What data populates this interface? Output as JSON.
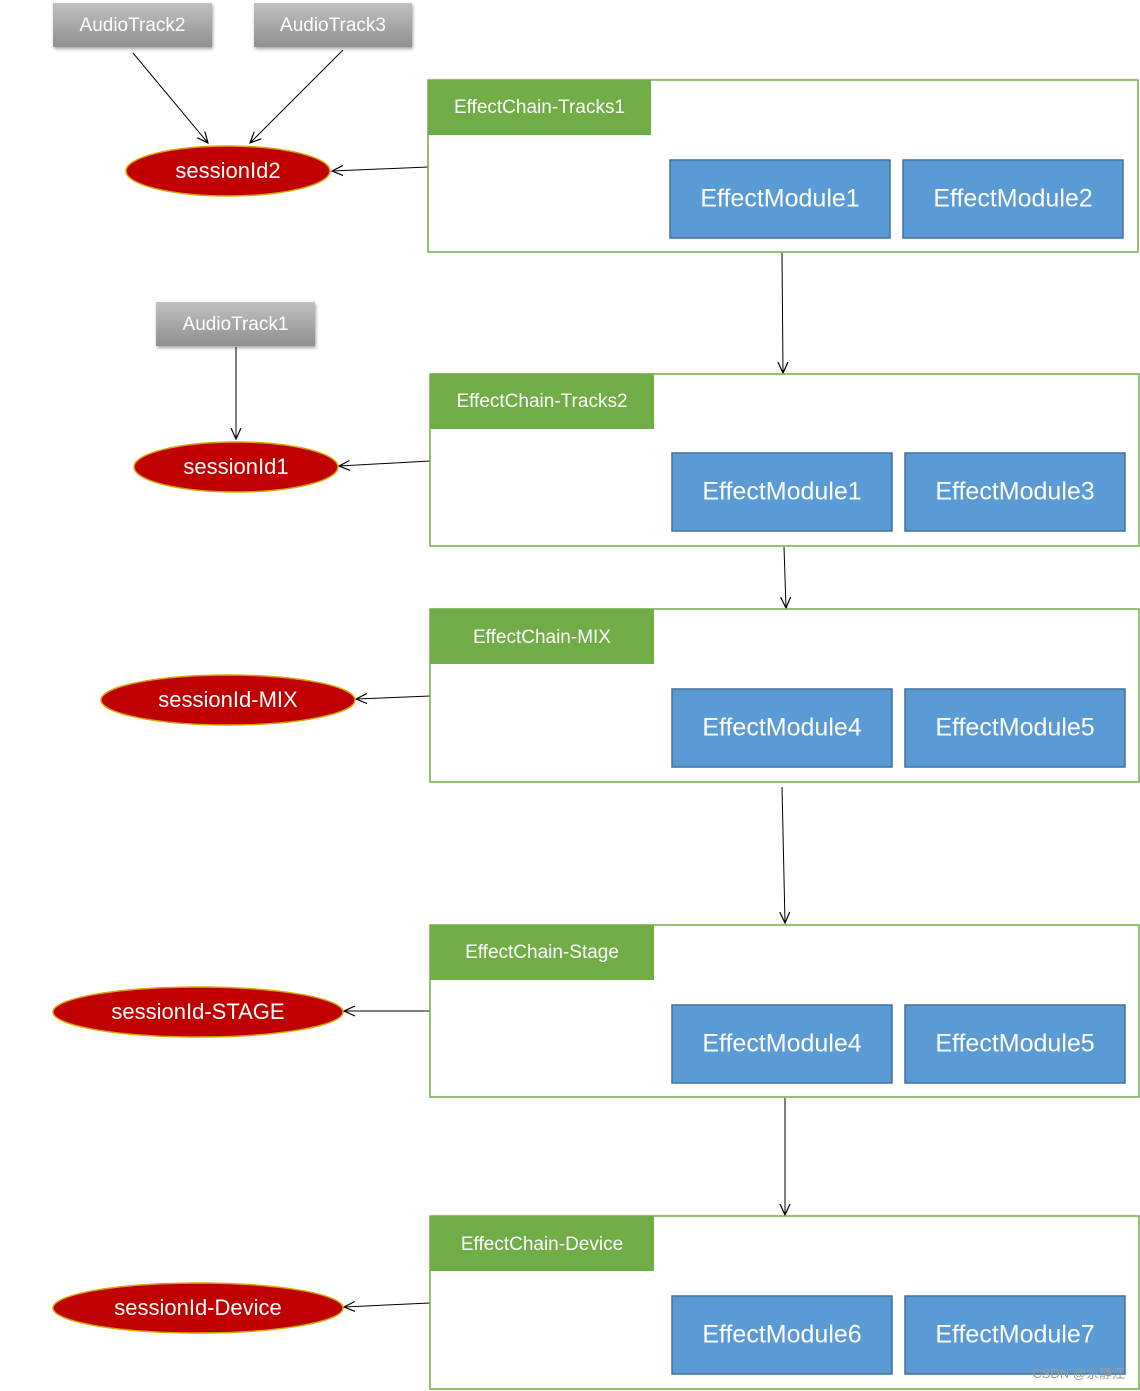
{
  "colors": {
    "track": "#a6a6a6",
    "session": "#c00000",
    "session_border": "#d8a400",
    "chain_border": "#70ad47",
    "chain_header": "#70ad47",
    "module": "#5b9bd5",
    "module_border": "#41719c",
    "arrow": "#000000"
  },
  "tracks": [
    {
      "id": "t2",
      "label": "AudioTrack2"
    },
    {
      "id": "t3",
      "label": "AudioTrack3"
    },
    {
      "id": "t1",
      "label": "AudioTrack1"
    }
  ],
  "sessions": [
    {
      "id": "s2",
      "label": "sessionId2"
    },
    {
      "id": "s1",
      "label": "sessionId1"
    },
    {
      "id": "smix",
      "label": "sessionId-MIX"
    },
    {
      "id": "sstage",
      "label": "sessionId-STAGE"
    },
    {
      "id": "sdevice",
      "label": "sessionId-Device"
    }
  ],
  "chains": [
    {
      "id": "tracks1",
      "title": "EffectChain-Tracks1",
      "modules": [
        "EffectModule1",
        "EffectModule2"
      ]
    },
    {
      "id": "tracks2",
      "title": "EffectChain-Tracks2",
      "modules": [
        "EffectModule1",
        "EffectModule3"
      ]
    },
    {
      "id": "mix",
      "title": "EffectChain-MIX",
      "modules": [
        "EffectModule4",
        "EffectModule5"
      ]
    },
    {
      "id": "stage",
      "title": "EffectChain-Stage",
      "modules": [
        "EffectModule4",
        "EffectModule5"
      ]
    },
    {
      "id": "device",
      "title": "EffectChain-Device",
      "modules": [
        "EffectModule6",
        "EffectModule7"
      ]
    }
  ],
  "watermark": "CSDN @余静江"
}
